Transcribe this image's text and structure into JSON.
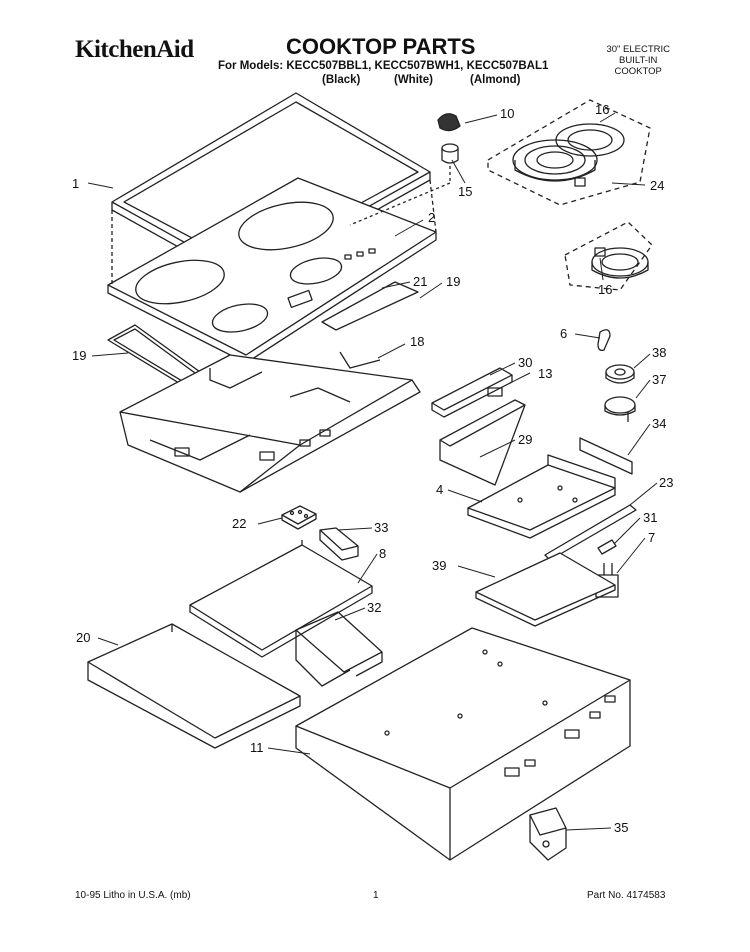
{
  "header": {
    "brand": "KitchenAid",
    "title": "COOKTOP PARTS",
    "models_line": "For Models: KECC507BBL1, KECC507BWH1, KECC507BAL1",
    "variants": [
      "(Black)",
      "(White)",
      "(Almond)"
    ],
    "spec_lines": [
      "30\" ELECTRIC",
      "BUILT-IN",
      "COOKTOP"
    ]
  },
  "callouts": [
    "1",
    "2",
    "10",
    "15",
    "16",
    "24",
    "16",
    "21",
    "19",
    "19",
    "18",
    "6",
    "38",
    "30",
    "13",
    "37",
    "29",
    "34",
    "4",
    "23",
    "22",
    "33",
    "31",
    "8",
    "7",
    "39",
    "32",
    "20",
    "11",
    "35"
  ],
  "footer": {
    "left": "10-95 Litho in U.S.A. (mb)",
    "center": "1",
    "right": "Part No. 4174583"
  }
}
